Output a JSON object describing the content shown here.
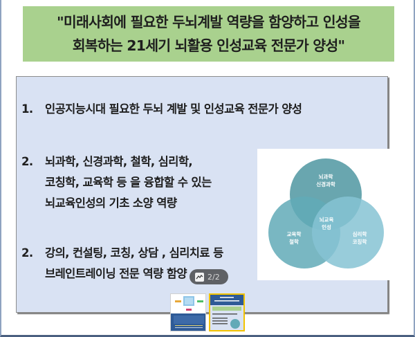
{
  "title": {
    "line1": "\"미래사회에 필요한 두뇌계발 역량을 함양하고 인성을",
    "line2": "회복하는 21세기 뇌활용 인성교육 전문가 양성\""
  },
  "items": [
    {
      "number": "1.",
      "lines": [
        "인공지능시대 필요한 두뇌 계발 및 인성교육 전문가 양성"
      ]
    },
    {
      "number": "2.",
      "lines": [
        "뇌과학, 신경과학, 철학, 심리학,",
        "코칭학, 교육학 등 을 융합할 수 있는",
        "뇌교육인성의 기초 소양 역량"
      ]
    },
    {
      "number": "2.",
      "lines": [
        "강의, 컨설팅, 코칭, 상담 , 심리치료 등",
        "브레인트레이닝 전문 역량 함양"
      ]
    }
  ],
  "venn": {
    "top": {
      "line1": "뇌과학",
      "line2": "신경과학"
    },
    "left": {
      "line1": "교육학",
      "line2": "철학"
    },
    "right": {
      "line1": "심리학",
      "line2": "코칭학"
    },
    "center": {
      "line1": "뇌교육",
      "line2": "인성"
    },
    "colors": {
      "top": "#5c9ea8",
      "left": "#62aab7",
      "right": "#86c3d3"
    }
  },
  "pager": {
    "icon": "image-gallery-icon",
    "text": "2/2",
    "current": 2,
    "total": 2
  },
  "thumbnails": [
    {
      "index": 1,
      "selected": false
    },
    {
      "index": 2,
      "selected": true
    }
  ],
  "colors": {
    "title_banner": "#a9d18e",
    "content_box": "#d9e2f3",
    "selected_thumb_border": "#f2c200"
  }
}
